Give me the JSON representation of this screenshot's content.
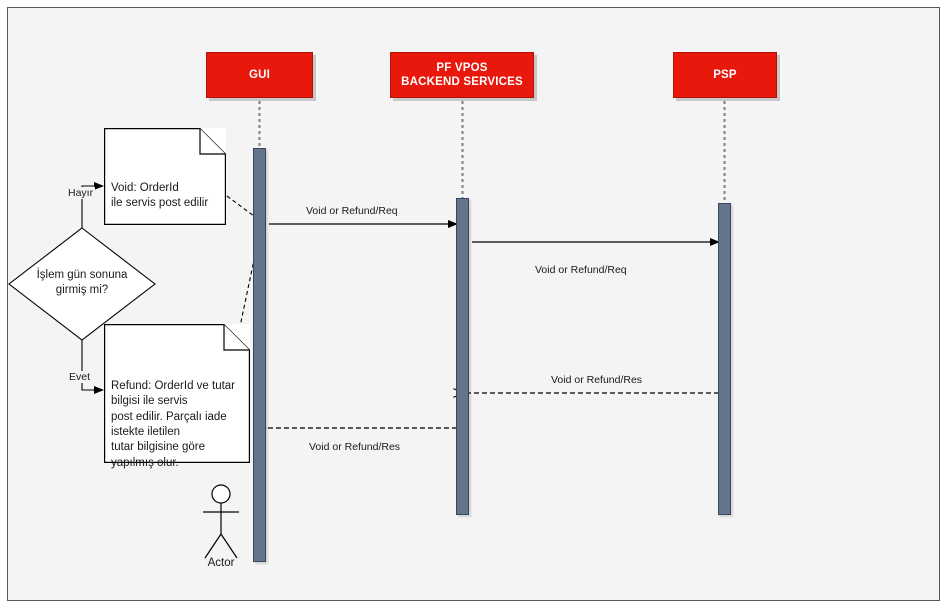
{
  "diagram": {
    "title": "Void / Refund sequence diagram",
    "colors": {
      "lifeline_header_fill": "#e8180c",
      "lifeline_header_text": "#ffffff",
      "activation_fill": "#64748b",
      "activation_border": "#37475d",
      "canvas_fill": "#f4f4f4",
      "canvas_border": "#58585a",
      "note_fill": "#ffffff",
      "line_color": "#000000"
    },
    "lifelines": [
      {
        "id": "gui",
        "label": "GUI"
      },
      {
        "id": "pf_vpos",
        "label": "PF VPOS\nBACKEND SERVICES"
      },
      {
        "id": "psp",
        "label": "PSP"
      }
    ],
    "decision": {
      "text": "İşlem gün sonuna\ngirmiş mi?",
      "branches": [
        {
          "id": "no",
          "label": "Hayır"
        },
        {
          "id": "yes",
          "label": "Evet"
        }
      ]
    },
    "notes": [
      {
        "id": "void-note",
        "text": "Void: OrderId\nile servis post edilir"
      },
      {
        "id": "refund-note",
        "text": "Refund: OrderId ve tutar\nbilgisi ile servis\npost edilir. Parçalı iade\nistekte iletilen\ntutar bilgisine göre\nyapılmış olur."
      }
    ],
    "messages": [
      {
        "id": "msg-gui-to-vpos-req",
        "label": "Void or Refund/Req",
        "from": "gui",
        "to": "pf_vpos",
        "style": "solid",
        "direction": "right"
      },
      {
        "id": "msg-vpos-to-psp-req",
        "label": "Void or Refund/Req",
        "from": "pf_vpos",
        "to": "psp",
        "style": "solid",
        "direction": "right"
      },
      {
        "id": "msg-psp-to-vpos-res",
        "label": "Void or Refund/Res",
        "from": "psp",
        "to": "pf_vpos",
        "style": "dashed",
        "direction": "left"
      },
      {
        "id": "msg-vpos-to-gui-res",
        "label": "Void or Refund/Res",
        "from": "pf_vpos",
        "to": "gui",
        "style": "dashed",
        "direction": "left"
      }
    ],
    "actor": {
      "label": "Actor"
    }
  }
}
